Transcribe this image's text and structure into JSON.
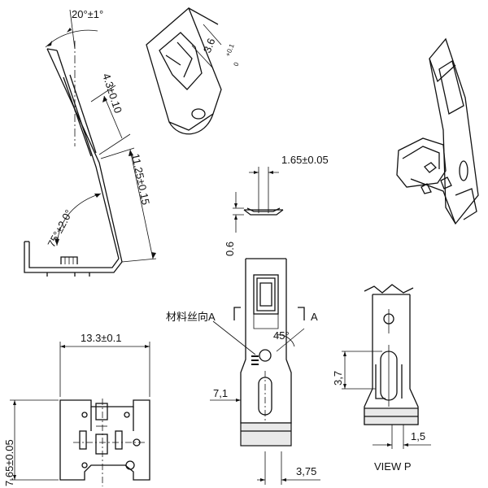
{
  "dims": {
    "angle_top": "20°±1°",
    "d_4_3": "4.3±0.10",
    "d_11_25": "11.25±0.15",
    "angle_75": "75°±2.0°",
    "d_3_6_main": "3.6",
    "d_3_6_tol_plus": "+0.1",
    "d_3_6_tol_minus": "0",
    "d_1_65": "1.65±0.05",
    "d_0_6": "0.6",
    "d_13_3": "13.3±0.1",
    "d_7_65": "7.65±0.05",
    "d_7_1": "7,1",
    "d_3_75": "3,75",
    "d_3_7": "3,7",
    "d_1_5": "1,5",
    "angle_45": "45°"
  },
  "labels": {
    "grain_direction": "材料丝向A",
    "section_a": "A",
    "view_p": "VIEW  P"
  }
}
